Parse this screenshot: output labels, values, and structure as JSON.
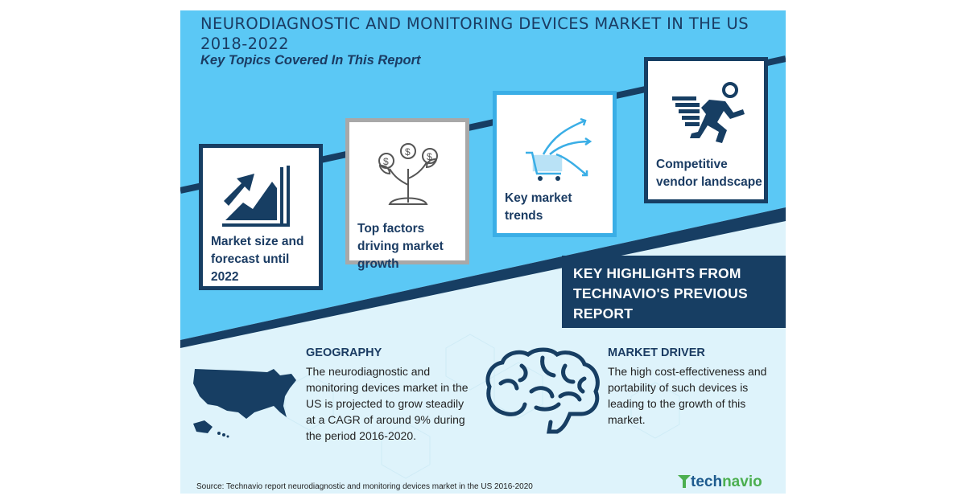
{
  "header": {
    "title": "NEURODIAGNOSTIC AND MONITORING DEVICES MARKET IN THE US 2018-2022",
    "subtitle": "Key Topics Covered In This Report"
  },
  "cards": [
    {
      "label_lines": [
        "Market size and",
        "forecast until",
        "2022"
      ],
      "icon": "growth-chart-icon",
      "border": "#173e63"
    },
    {
      "label_lines": [
        "Top factors",
        "driving market",
        "growth"
      ],
      "icon": "money-plant-icon",
      "border": "#a8a8a8"
    },
    {
      "label_lines": [
        "Key market",
        "trends"
      ],
      "icon": "shopping-cart-trends-icon",
      "border": "#3aaee6"
    },
    {
      "label_lines": [
        "Competitive",
        "vendor landscape"
      ],
      "icon": "running-man-icon",
      "border": "#173e63"
    }
  ],
  "highlights": {
    "lines": [
      "KEY HIGHLIGHTS FROM",
      "TECHNAVIO'S PREVIOUS",
      "REPORT"
    ]
  },
  "geography": {
    "heading": "GEOGRAPHY",
    "lines": [
      "The neurodiagnostic and",
      "monitoring devices market in the",
      "US is projected to grow steadily",
      "at a CAGR of around 9% during",
      "the period 2016-2020."
    ],
    "icon": "us-map-icon"
  },
  "market_driver": {
    "heading": "MARKET DRIVER",
    "lines": [
      "The high cost-effectiveness and",
      "portability of such devices is",
      "leading to the growth of this",
      "market."
    ],
    "icon": "brain-icon"
  },
  "footer": {
    "source": "Source: Technavio report neurodiagnostic and monitoring devices market in the US 2016-2020",
    "logo_part1": "tech",
    "logo_part2": "navio"
  },
  "colors": {
    "navy": "#173e63",
    "sky_blue": "#5bc8f5",
    "pale_blue": "#def3fb",
    "logo_green": "#4caf50",
    "logo_blue": "#1e5b8e"
  }
}
